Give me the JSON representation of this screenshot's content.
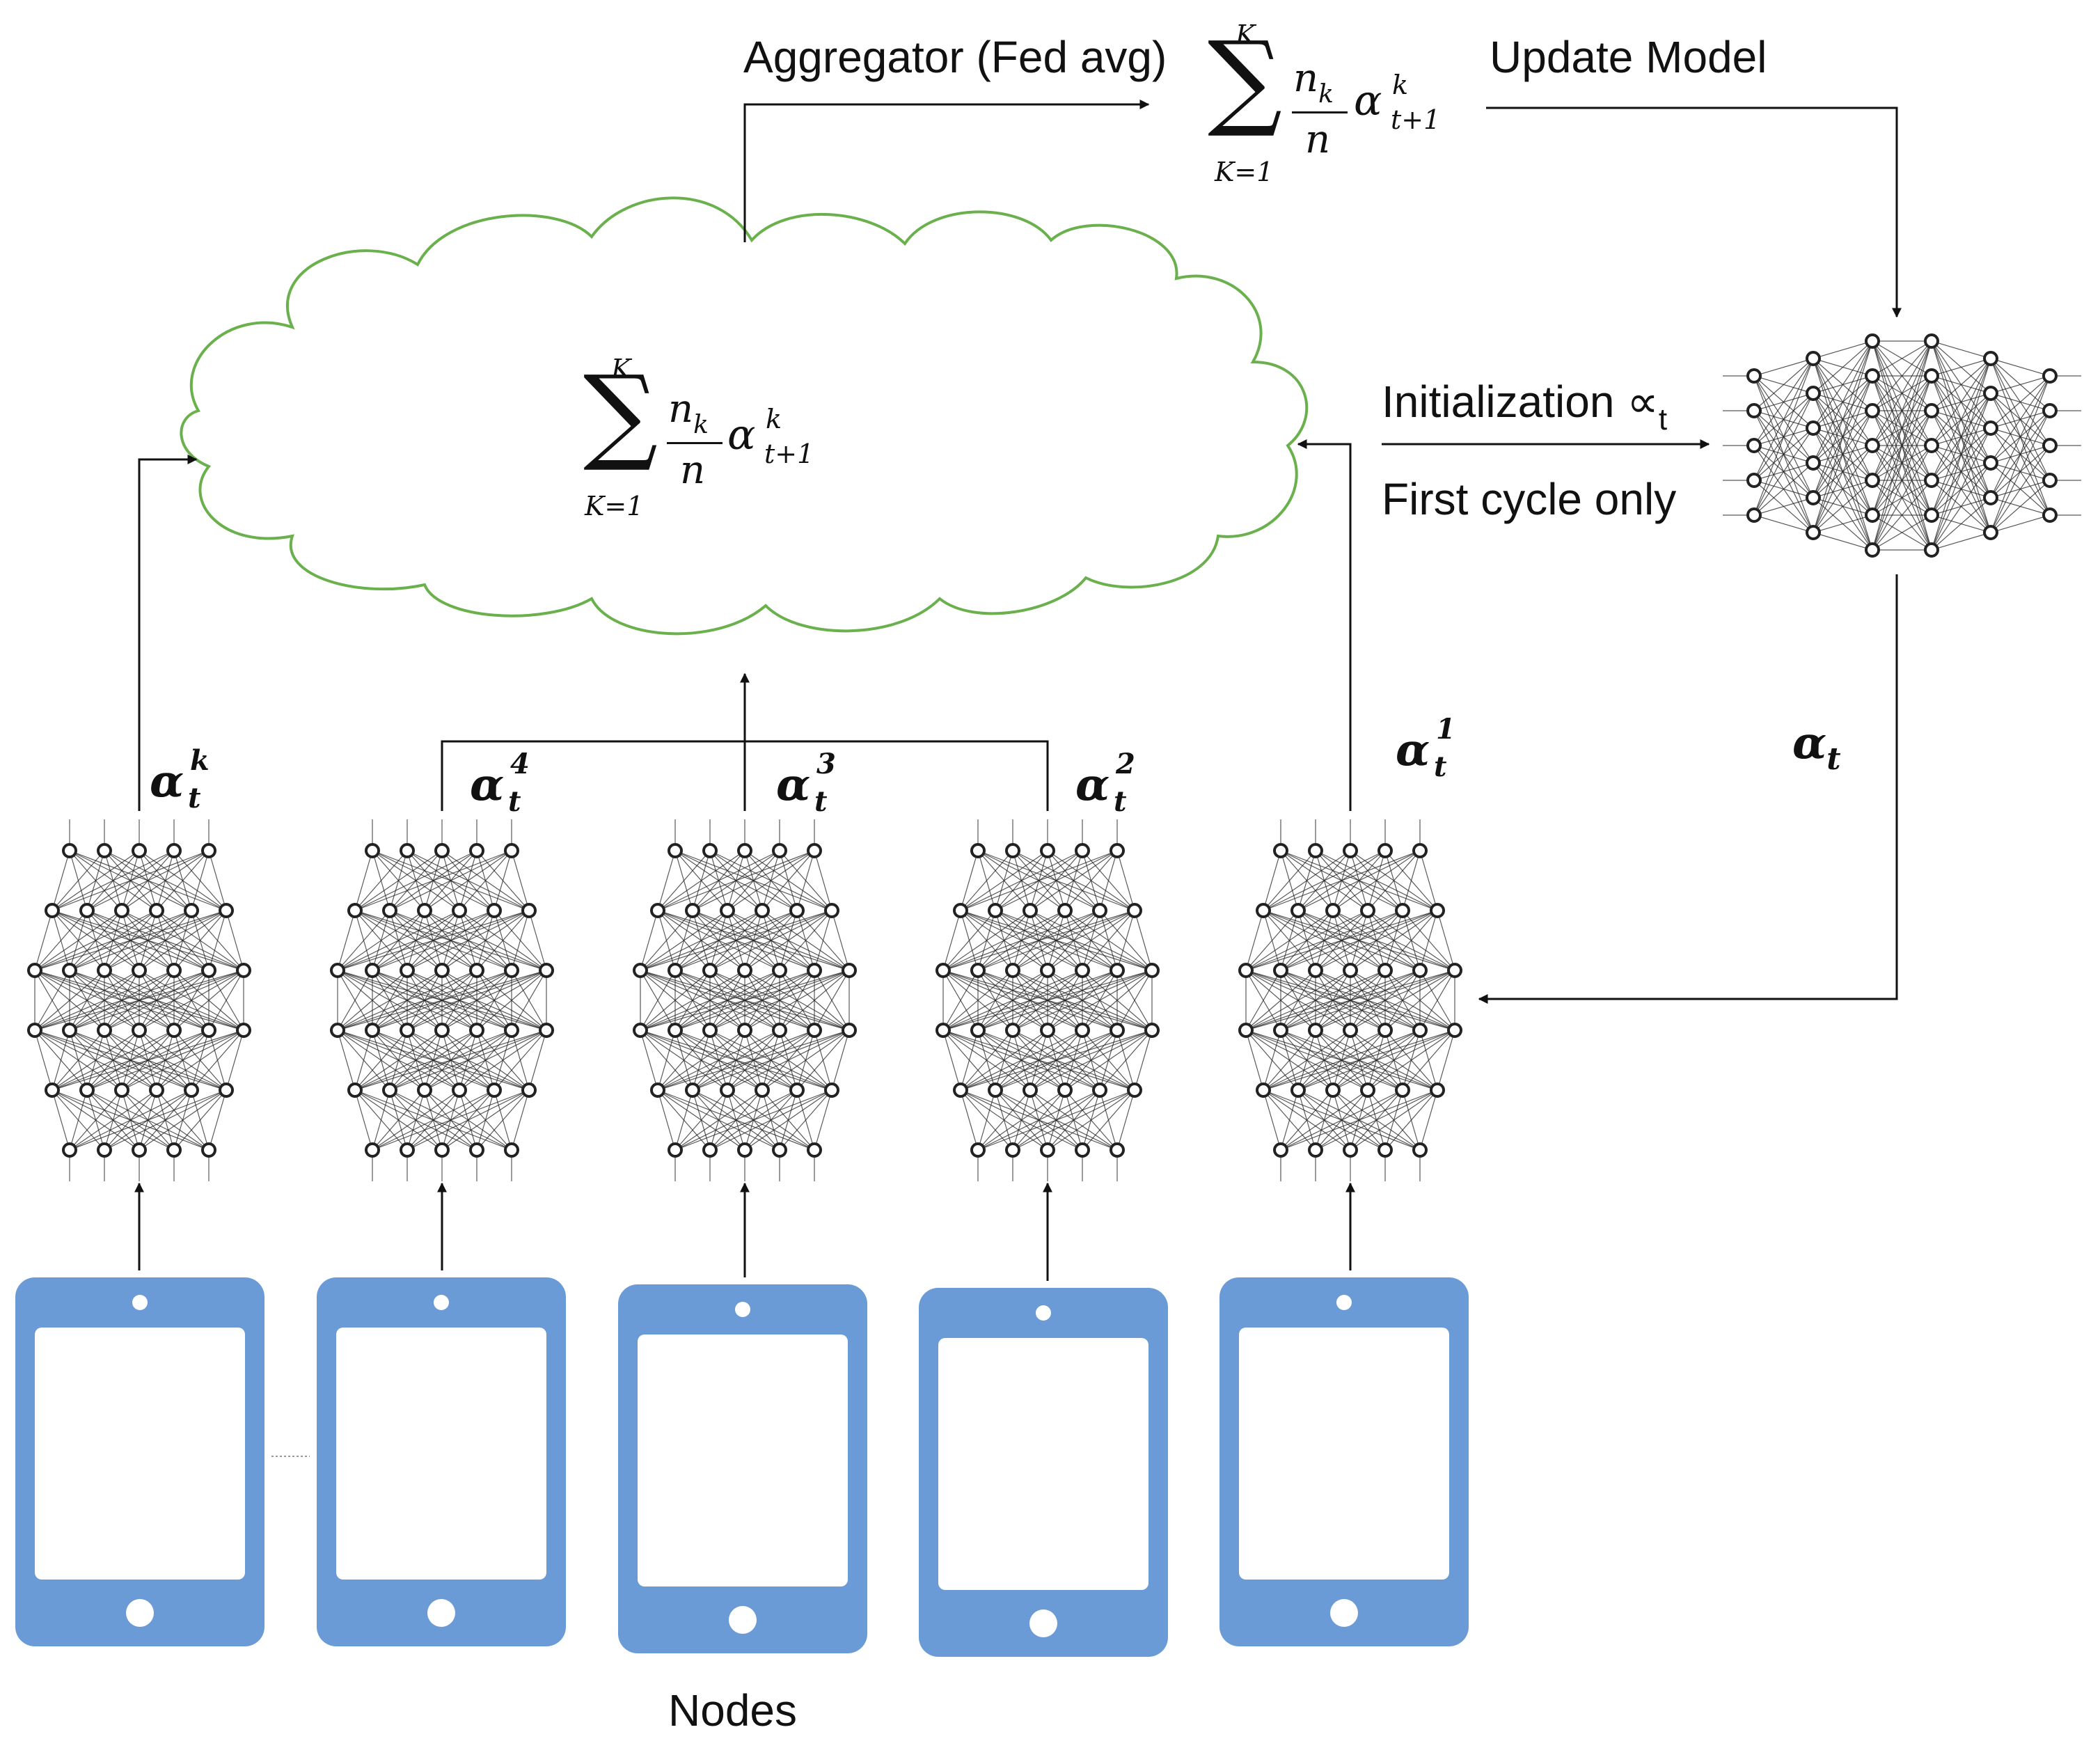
{
  "labels": {
    "aggregator": "Aggregator (Fed avg)",
    "update_model": "Update Model",
    "initialization": "Initialization ∝",
    "initialization_sub": "t",
    "first_cycle": "First cycle only",
    "nodes": "Nodes",
    "alpha_t": "α",
    "alpha_t_sub": "t"
  },
  "formula": {
    "sum_symbol": "∑",
    "upper": "K",
    "lower": "K=1",
    "numerator": "n",
    "numerator_sub": "k",
    "denominator": "n",
    "alpha": "α",
    "alpha_sup": "k",
    "alpha_sub": "t+1"
  },
  "node_params": [
    {
      "base": "α",
      "sup": "k",
      "sub": "t"
    },
    {
      "base": "α",
      "sup": "4",
      "sub": "t"
    },
    {
      "base": "α",
      "sup": "3",
      "sub": "t"
    },
    {
      "base": "α",
      "sup": "2",
      "sub": "t"
    },
    {
      "base": "α",
      "sup": "1",
      "sub": "t"
    }
  ],
  "colors": {
    "cloud_stroke": "#6ab04c",
    "device_fill": "#6b9bd6",
    "device_screen": "#ffffff",
    "line": "#111111",
    "network_stroke": "#222222"
  }
}
